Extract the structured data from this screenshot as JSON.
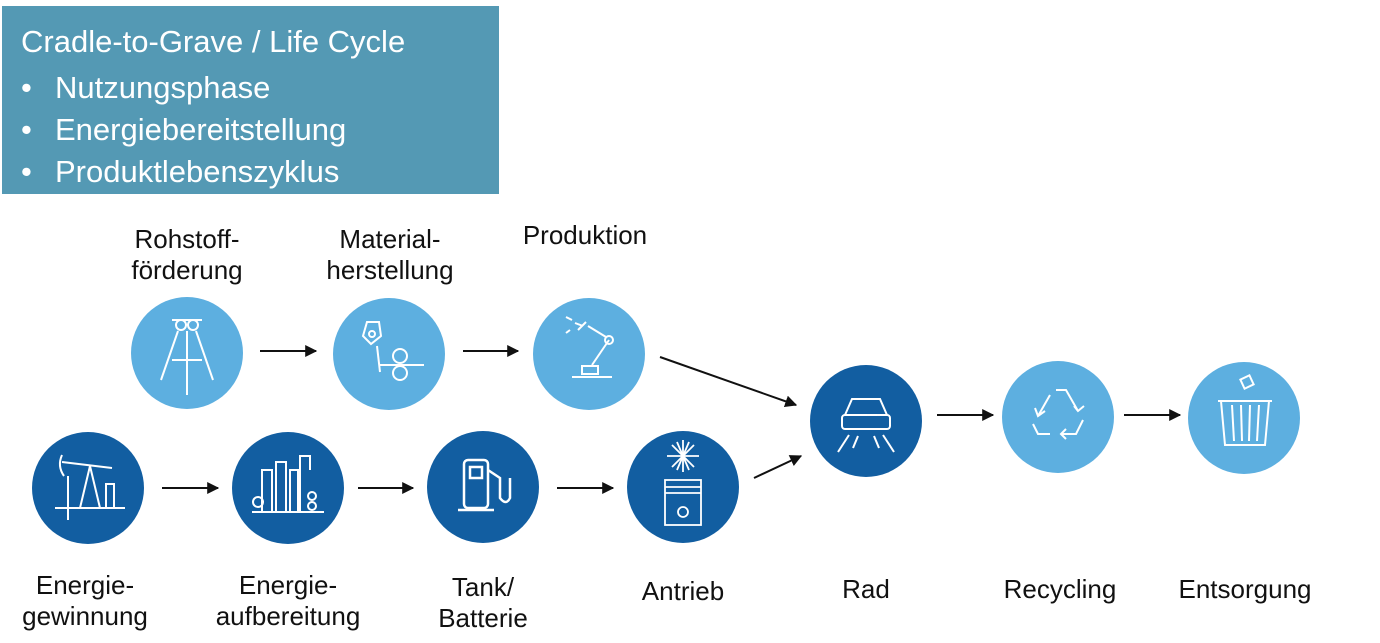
{
  "info_box": {
    "title": "Cradle-to-Grave / Life Cycle",
    "bullets": [
      "Nutzungsphase",
      "Energiebereitstellung",
      "Produktlebenszyklus"
    ]
  },
  "stages": {
    "rohstoff": {
      "label": "Rohstoff-\nförderung",
      "icon": "mine-headframe-icon"
    },
    "material": {
      "label": "Material-\nherstellung",
      "icon": "rolling-mill-icon"
    },
    "produktion": {
      "label": "Produktion",
      "icon": "robot-arm-icon"
    },
    "energiegewinnung": {
      "label": "Energie-\ngewinnung",
      "icon": "oil-pump-jack-icon"
    },
    "energieaufbereitung": {
      "label": "Energie-\naufbereitung",
      "icon": "refinery-icon"
    },
    "tank": {
      "label": "Tank/\nBatterie",
      "icon": "fuel-pump-icon"
    },
    "antrieb": {
      "label": "Antrieb",
      "icon": "engine-piston-icon"
    },
    "rad": {
      "label": "Rad",
      "icon": "car-on-road-icon"
    },
    "recycling": {
      "label": "Recycling",
      "icon": "recycle-icon"
    },
    "entsorgung": {
      "label": "Entsorgung",
      "icon": "trash-bin-icon"
    }
  },
  "colors": {
    "light": "#5dafe0",
    "dark": "#125ea1",
    "box": "#5499b4",
    "arrow": "#111111"
  }
}
